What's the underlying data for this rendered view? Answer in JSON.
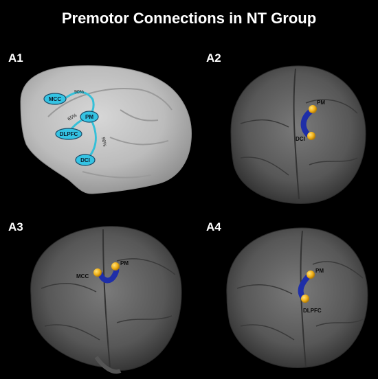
{
  "title": "Premotor Connections in NT Group",
  "panels": {
    "a1": {
      "label": "A1",
      "nodes": {
        "mcc": "MCC",
        "pm": "PM",
        "dlpfc": "DLPFC",
        "dci": "DCI"
      },
      "percents": {
        "mcc_pm": "90%",
        "dlpfc_pm": "65%",
        "pm_dci": "90%"
      }
    },
    "a2": {
      "label": "A2",
      "points": {
        "top": "PM",
        "bottom": "DCI"
      }
    },
    "a3": {
      "label": "A3",
      "points": {
        "left": "MCC",
        "right": "PM"
      }
    },
    "a4": {
      "label": "A4",
      "points": {
        "top": "PM",
        "bottom": "DLPFC"
      }
    }
  },
  "colors": {
    "background": "#000000",
    "tract": "#1e2ea8",
    "node_fill": "#34c3e3",
    "point": "#f2b21a",
    "connection": "#35c0d8"
  }
}
